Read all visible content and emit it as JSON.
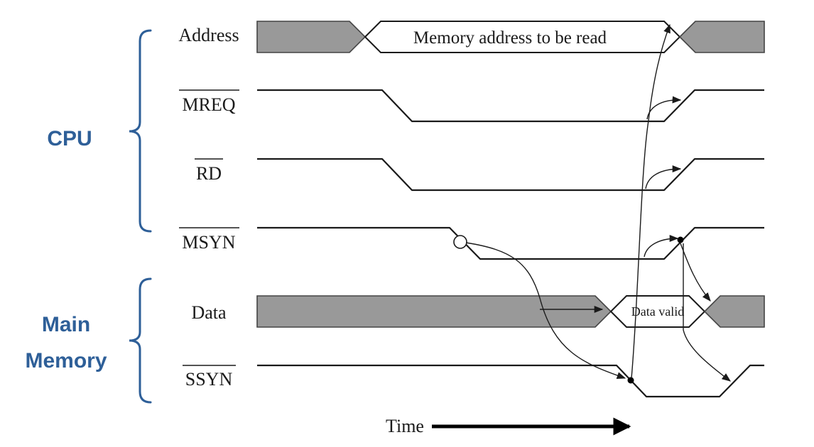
{
  "groups": {
    "cpu": "CPU",
    "memory_line1": "Main",
    "memory_line2": "Memory"
  },
  "signals": {
    "address": "Address",
    "mreq": "MREQ",
    "rd": "RD",
    "msyn": "MSYN",
    "data": "Data",
    "ssyn": "SSYN"
  },
  "bus_labels": {
    "address_window": "Memory address to be read",
    "data_window": "Data valid"
  },
  "time_label": "Time",
  "colors": {
    "group_text": "#2e5f98",
    "bus_fill": "#999999"
  }
}
